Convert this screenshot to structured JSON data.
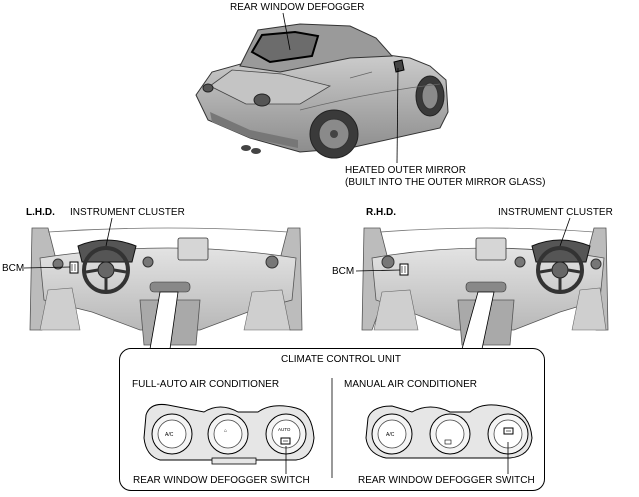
{
  "labels": {
    "rear_window_defogger": "REAR WINDOW DEFOGGER",
    "heated_outer_mirror_line1": "HEATED OUTER MIRROR",
    "heated_outer_mirror_line2": "(BUILT INTO THE OUTER MIRROR GLASS)",
    "lhd": "L.H.D.",
    "rhd": "R.H.D.",
    "instrument_cluster_left": "INSTRUMENT CLUSTER",
    "instrument_cluster_right": "INSTRUMENT CLUSTER",
    "bcm_left": "BCM",
    "bcm_right": "BCM",
    "climate_control_unit": "CLIMATE CONTROL UNIT",
    "full_auto_ac": "FULL-AUTO AIR CONDITIONER",
    "manual_ac": "MANUAL AIR CONDITIONER",
    "defogger_switch_left": "REAR WINDOW DEFOGGER SWITCH",
    "defogger_switch_right": "REAR WINDOW DEFOGGER SWITCH"
  },
  "knob_text": {
    "ac": "A/C",
    "auto": "AUTO"
  }
}
